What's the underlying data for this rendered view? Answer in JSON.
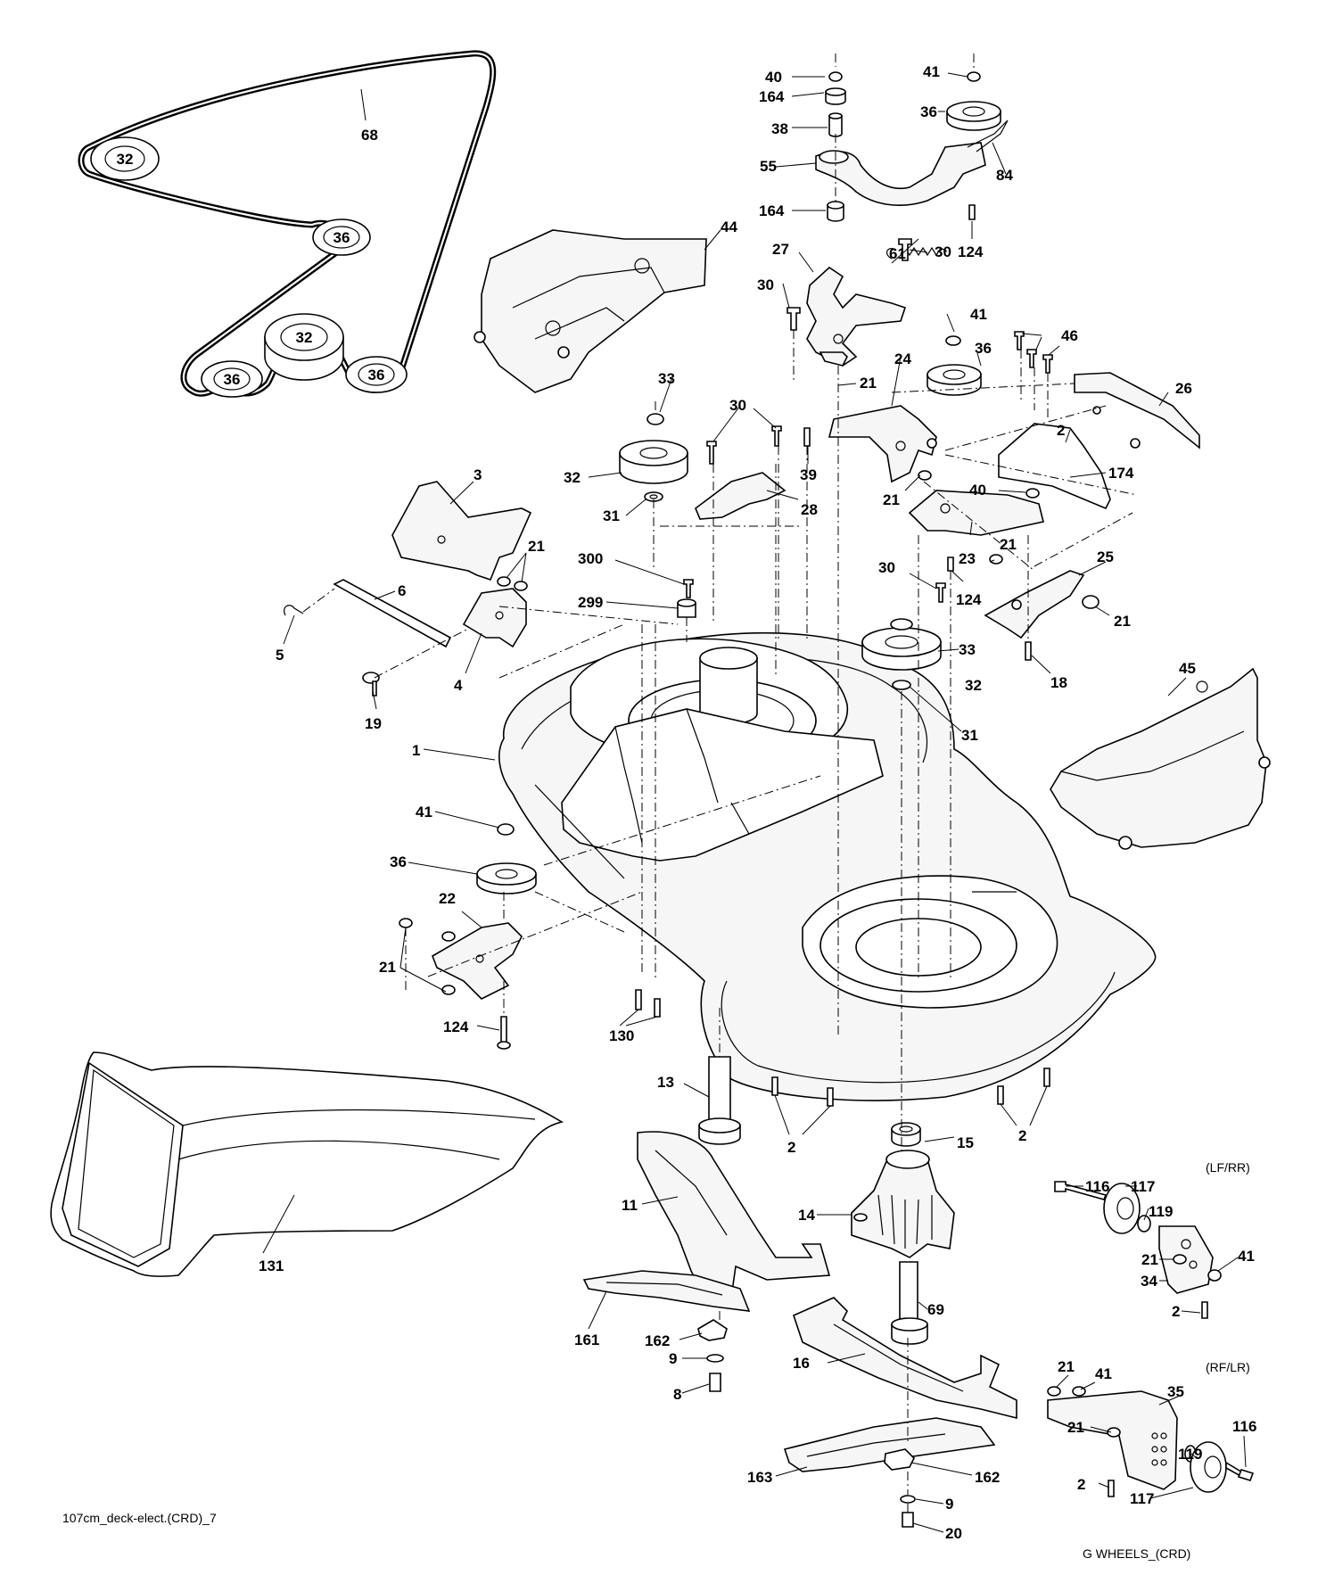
{
  "diagram": {
    "footer_left": "107cm_deck-elect.(CRD)_7",
    "footer_right": "G WHEELS_(CRD)",
    "wheel_note_1": "(LF/RR)",
    "wheel_note_2": "(RF/LR)",
    "belt_pulley_labels": [
      "32",
      "36",
      "32",
      "36",
      "36"
    ],
    "callouts": [
      "68",
      "40",
      "164",
      "38",
      "55",
      "164",
      "41",
      "36",
      "84",
      "124",
      "61",
      "27",
      "30",
      "30",
      "44",
      "41",
      "36",
      "46",
      "26",
      "21",
      "24",
      "33",
      "30",
      "32",
      "31",
      "28",
      "39",
      "2",
      "174",
      "3",
      "21",
      "21",
      "40",
      "23",
      "21",
      "25",
      "6",
      "5",
      "300",
      "299",
      "30",
      "124",
      "21",
      "4",
      "19",
      "33",
      "32",
      "18",
      "31",
      "45",
      "1",
      "41",
      "36",
      "22",
      "21",
      "124",
      "130",
      "131",
      "13",
      "2",
      "15",
      "2",
      "11",
      "14",
      "116",
      "117",
      "119",
      "21",
      "41",
      "34",
      "2",
      "161",
      "162",
      "9",
      "8",
      "69",
      "16",
      "21",
      "41",
      "35",
      "21",
      "119",
      "116",
      "163",
      "162",
      "9",
      "20",
      "2",
      "117"
    ]
  }
}
